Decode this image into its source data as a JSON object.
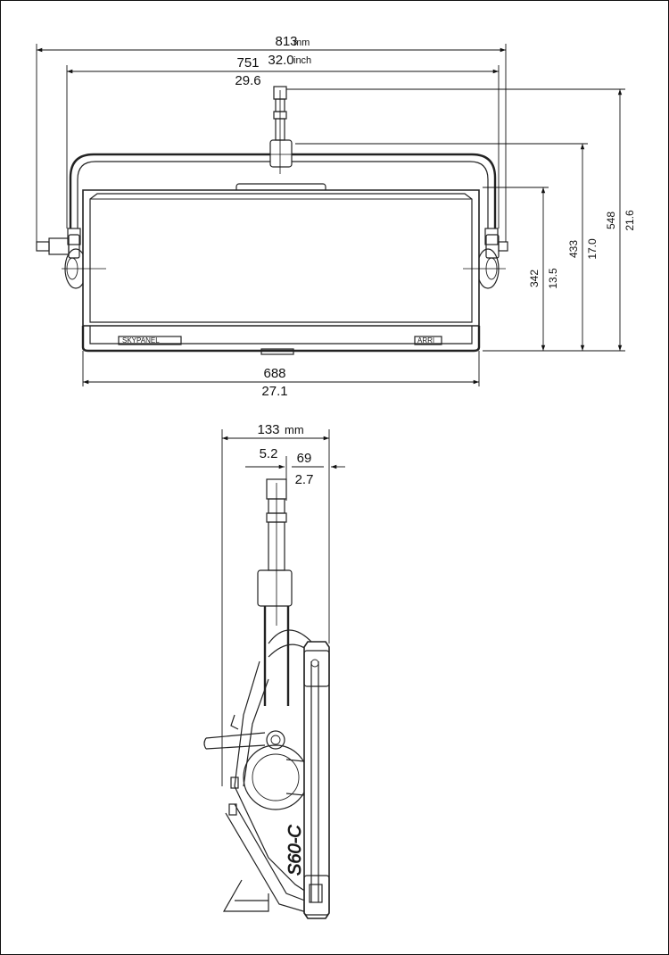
{
  "front_view": {
    "overall_width": {
      "mm": "813",
      "inch": "32.0",
      "unit_mm": "mm",
      "unit_inch": "inch"
    },
    "yoke_width": {
      "mm": "751",
      "inch": "29.6"
    },
    "base_width": {
      "mm": "688",
      "inch": "27.1"
    },
    "height_total": {
      "mm": "548",
      "inch": "21.6"
    },
    "height_yoke": {
      "mm": "433",
      "inch": "17.0"
    },
    "height_panel": {
      "mm": "342",
      "inch": "13.5"
    },
    "label_left": "SKYPANEL",
    "label_right": "ARRI"
  },
  "side_view": {
    "depth": {
      "mm": "133",
      "inch": "5.2",
      "unit_mm": "mm"
    },
    "offset": {
      "mm": "69",
      "inch": "2.7"
    },
    "model_label": "S60-C"
  }
}
